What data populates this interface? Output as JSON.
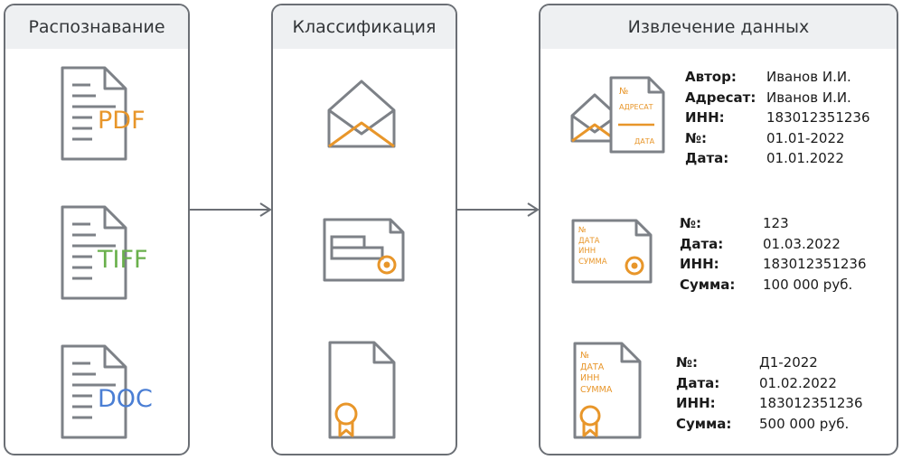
{
  "columns": {
    "recognition": {
      "title": "Распознавание",
      "formats": [
        "PDF",
        "TIFF",
        "DOC"
      ]
    },
    "classification": {
      "title": "Классификация"
    },
    "extraction": {
      "title": "Извлечение данных"
    }
  },
  "colors": {
    "border": "#6b6f75",
    "icon": "#7d8187",
    "accent": "#e8962a",
    "pdf": "#e8962a",
    "tiff": "#6ab04c",
    "doc": "#4a7ed4"
  },
  "docs": {
    "letter": {
      "labels": {
        "no": "№",
        "addressee": "АДРЕСАТ",
        "date": "ДАТА"
      },
      "fields": [
        {
          "key": "Автор:",
          "value": "Иванов И.И."
        },
        {
          "key": "Адресат:",
          "value": "Иванов И.И."
        },
        {
          "key": "ИНН:",
          "value": "183012351236"
        },
        {
          "key": "№:",
          "value": "01.01-2022"
        },
        {
          "key": "Дата:",
          "value": "01.01.2022"
        }
      ]
    },
    "invoice": {
      "labels": [
        "№",
        "ДАТА",
        "ИНН",
        "СУММА"
      ],
      "fields": [
        {
          "key": "№:",
          "value": "123"
        },
        {
          "key": "Дата:",
          "value": "01.03.2022"
        },
        {
          "key": "ИНН:",
          "value": "183012351236"
        },
        {
          "key": "Сумма:",
          "value": "100 000 руб."
        }
      ]
    },
    "certificate": {
      "labels": [
        "№",
        "ДАТА",
        "ИНН",
        "СУММА"
      ],
      "fields": [
        {
          "key": "№:",
          "value": "Д1-2022"
        },
        {
          "key": "Дата:",
          "value": "01.02.2022"
        },
        {
          "key": "ИНН:",
          "value": "183012351236"
        },
        {
          "key": "Сумма:",
          "value": "500 000 руб."
        }
      ]
    }
  }
}
